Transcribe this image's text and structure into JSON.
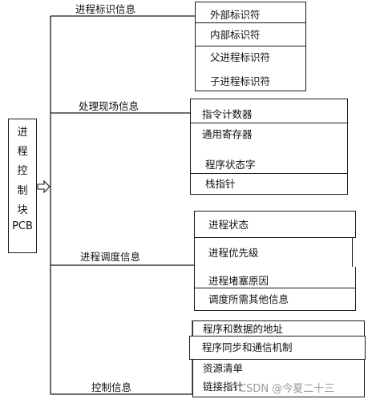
{
  "root": {
    "chars": [
      "进",
      "程",
      "控",
      "制",
      "块",
      "PCB"
    ]
  },
  "groups": [
    {
      "label": "进程标识信息",
      "items": [
        "外部标识符",
        "内部标识符",
        "父进程标识符",
        "子进程标识符"
      ]
    },
    {
      "label": "处理现场信息",
      "items": [
        "指令计数器",
        "通用寄存器",
        "程序状态字",
        "栈指针"
      ]
    },
    {
      "label": "进程调度信息",
      "items": [
        "进程状态",
        "进程优先级",
        "进程堵塞原因",
        "调度所需其他信息"
      ]
    },
    {
      "label": "控制信息",
      "items": [
        "程序和数据的地址",
        "程序同步和通信机制",
        "资源清单",
        "链接指针"
      ]
    }
  ],
  "watermark": "CSDN @今夏二十三"
}
